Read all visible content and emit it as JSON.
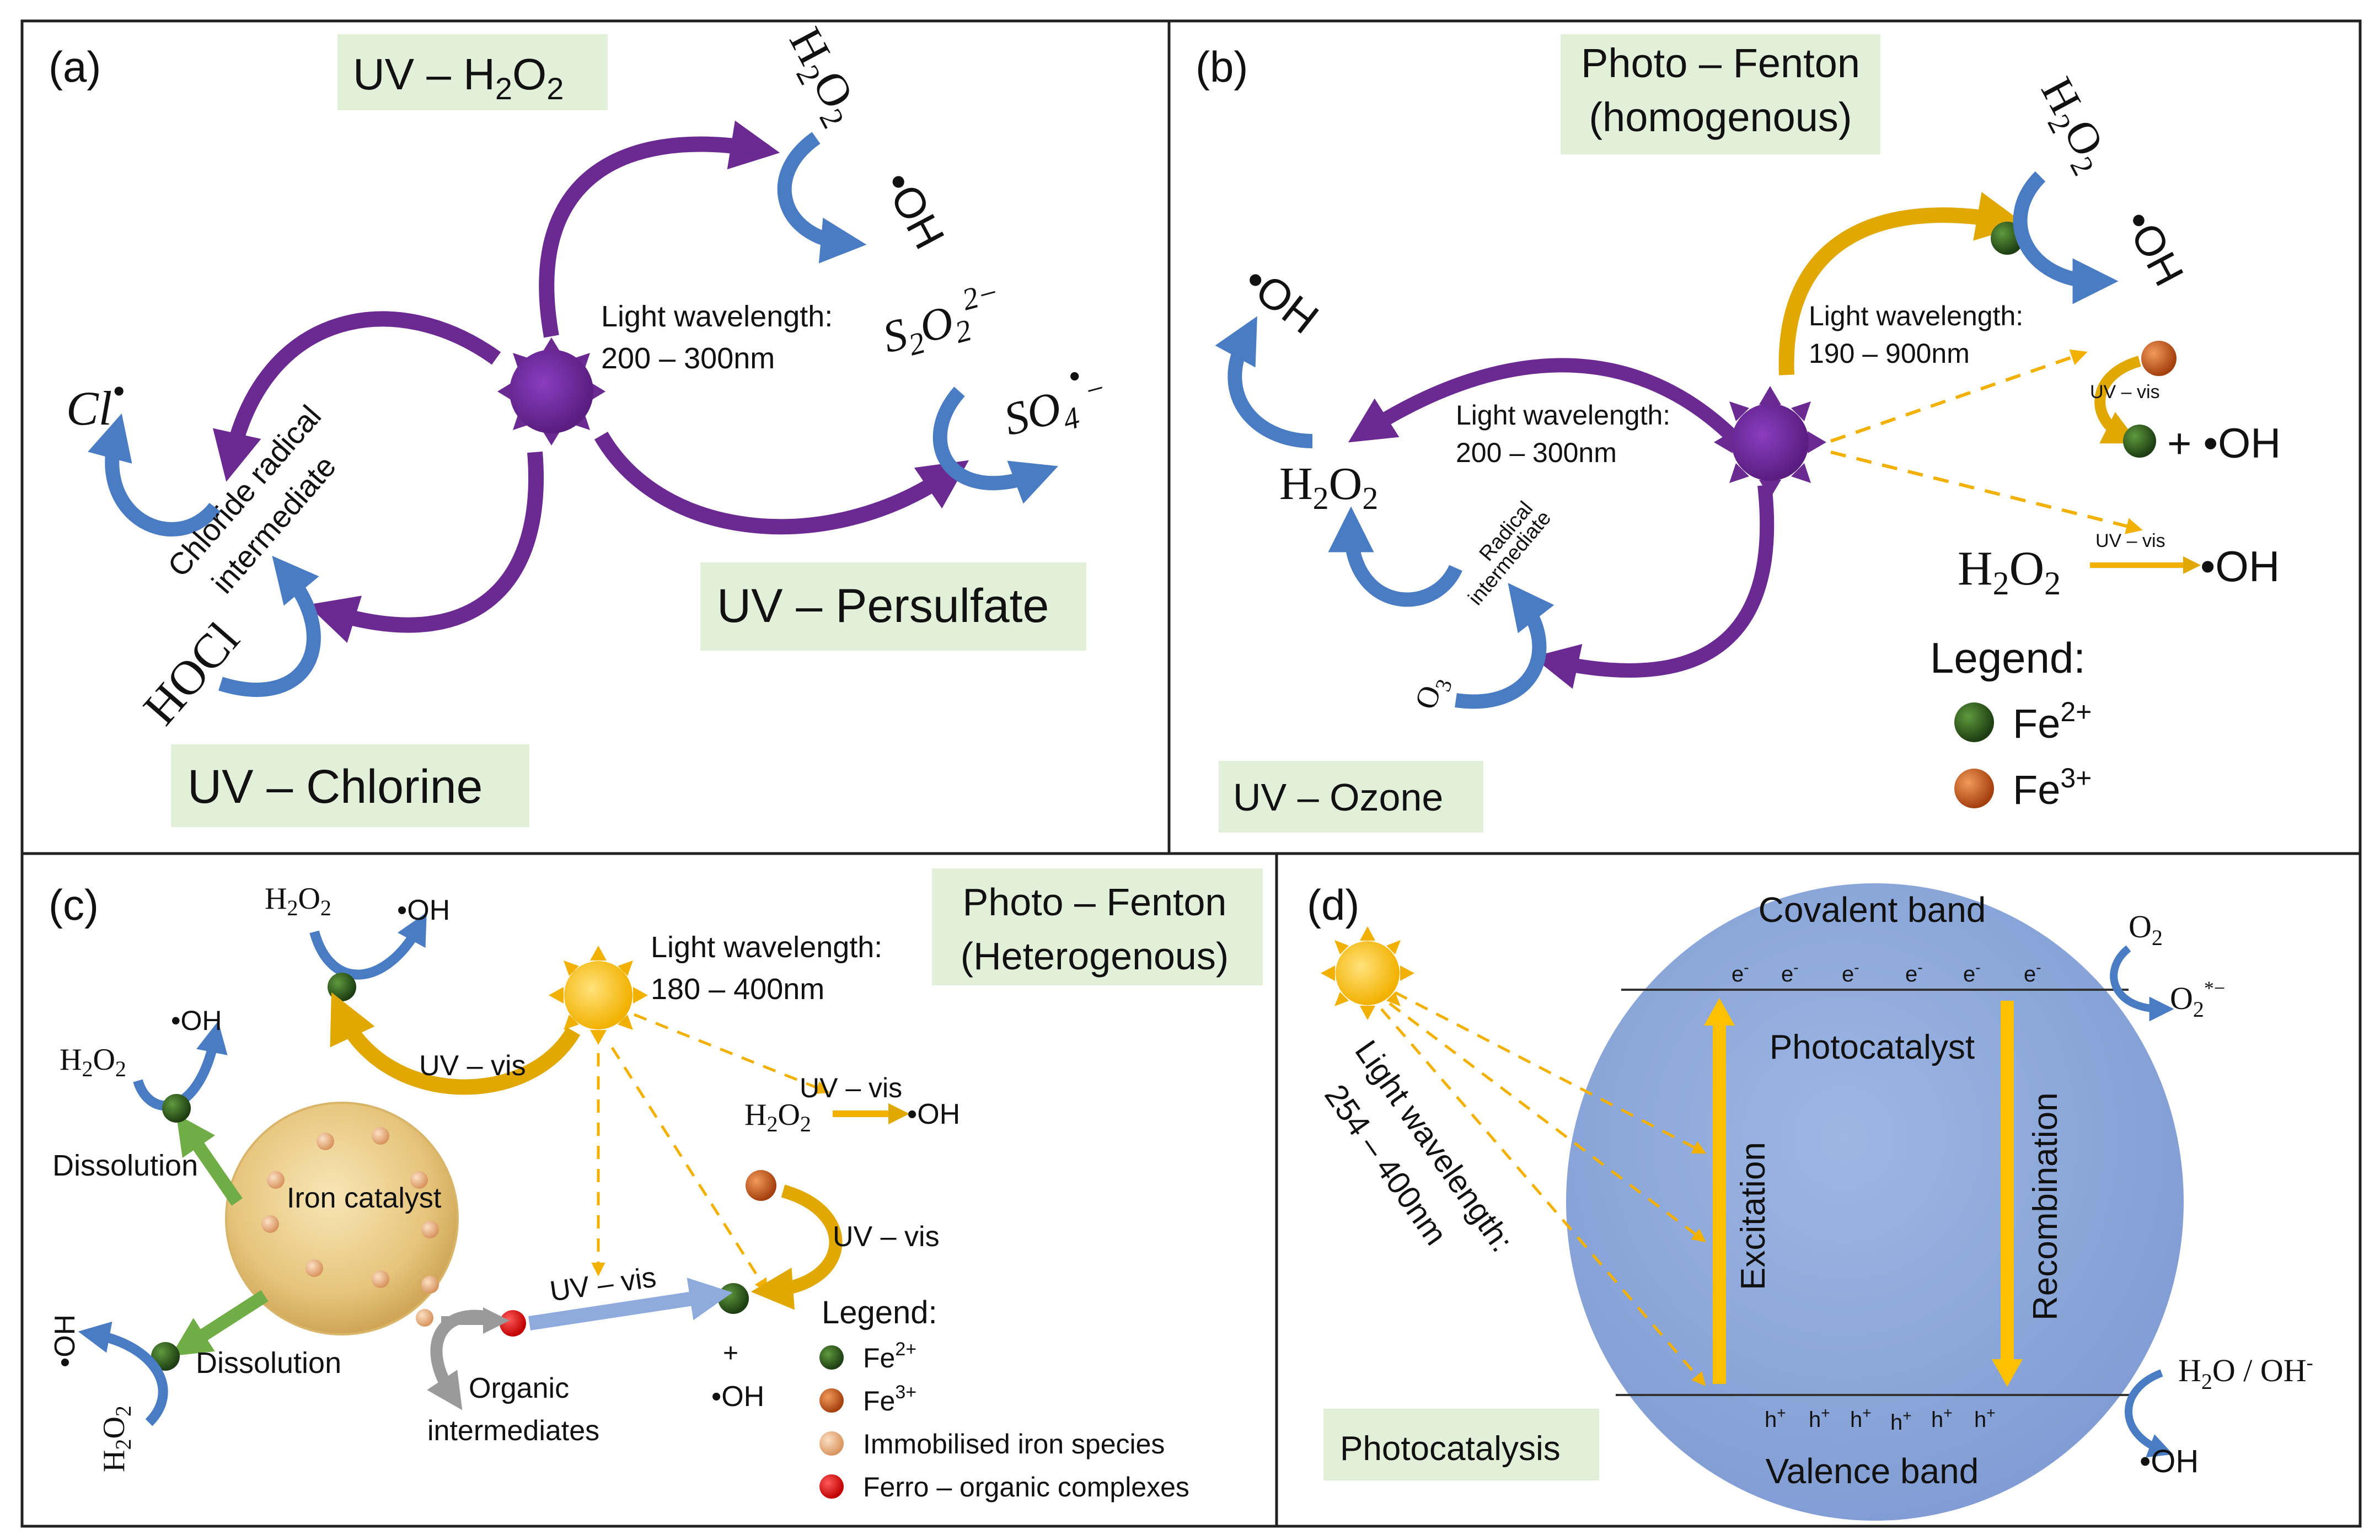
{
  "panel_a": {
    "label": "(a)",
    "title_uv_h2o2": "UV – H",
    "sub_2": "2",
    "o": "O",
    "wavelength_line1": "Light wavelength:",
    "wavelength_line2": "200 – 300nm",
    "h": "H",
    "oh_radical": "•OH",
    "cl_radical": "Cl",
    "dot": "•",
    "chloride_line1": "Chloride radical",
    "chloride_line2": "intermediate",
    "hocl": "HOCl",
    "s": "S",
    "sup_2minus": "2−",
    "so": "SO",
    "sub_4": "4",
    "minus": "−",
    "uv_chlorine": "UV – Chlorine",
    "uv_persulfate": "UV – Persulfate"
  },
  "panel_b": {
    "label": "(b)",
    "title_line1": "Photo – Fenton",
    "title_line2": "(homogenous)",
    "oh_radical": "•OH",
    "h2o2_h": "H",
    "sub_2": "2",
    "o": "O",
    "wavelength_a_line1": "Light wavelength:",
    "wavelength_a_line2": "200 – 300nm",
    "wavelength_b_line1": "Light wavelength:",
    "wavelength_b_line2": "190 – 900nm",
    "radical_line1": "Radical",
    "radical_line2": "intermediate",
    "o3_o": "O",
    "o3_sub": "3",
    "uv_vis": "UV – vis",
    "plus_oh": "+ •OH",
    "oh_product": "•OH",
    "legend_title": "Legend:",
    "fe": "Fe",
    "fe2_sup": "2+",
    "fe3_sup": "3+",
    "uv_ozone": "UV – Ozone"
  },
  "panel_c": {
    "label": "(c)",
    "title_line1": "Photo – Fenton",
    "title_line2": "(Heterogenous)",
    "h": "H",
    "sub_2": "2",
    "o": "O",
    "oh_radical": "•OH",
    "wavelength_line1": "Light wavelength:",
    "wavelength_line2": "180 – 400nm",
    "uv_vis": "UV – vis",
    "dissolution": "Dissolution",
    "iron_catalyst": "Iron catalyst",
    "organic_line1": "Organic",
    "organic_line2": "intermediates",
    "plus": "+",
    "legend_title": "Legend:",
    "legend_fe": "Fe",
    "fe2_sup": "2+",
    "fe3_sup": "3+",
    "legend_immobilised": "Immobilised iron species",
    "legend_ferro": "Ferro – organic complexes"
  },
  "panel_d": {
    "label": "(d)",
    "covalent_band": "Covalent band",
    "electron": "e",
    "minus": "-",
    "photocatalyst": "Photocatalyst",
    "excitation": "Excitation",
    "recombination": "Recombination",
    "hole": "h",
    "plus": "+",
    "valence_band": "Valence band",
    "o": "O",
    "sub_2": "2",
    "superoxide_sup": "*−",
    "h2o_oh": "H",
    "h2o_oh_rest": "O / OH",
    "oh_radical": "•OH",
    "wavelength_line1": "Light wavelength:",
    "wavelength_line2": "254 – 400nm",
    "photocatalysis": "Photocatalysis"
  },
  "colors": {
    "purple": "#6B2A92",
    "blue_arrow": "#4A7CC4",
    "gold": "#FFC000",
    "amber_arrow": "#E0A800",
    "green_label_bg": "#E2F0D9",
    "sphere_blue": "#8FAADC",
    "fe2_green": "#2E5E1E",
    "fe3_orange": "#C8561A",
    "ferro_red": "#E00000",
    "immobilised": "#E8B48A",
    "dissolution_green": "#70AD47"
  }
}
